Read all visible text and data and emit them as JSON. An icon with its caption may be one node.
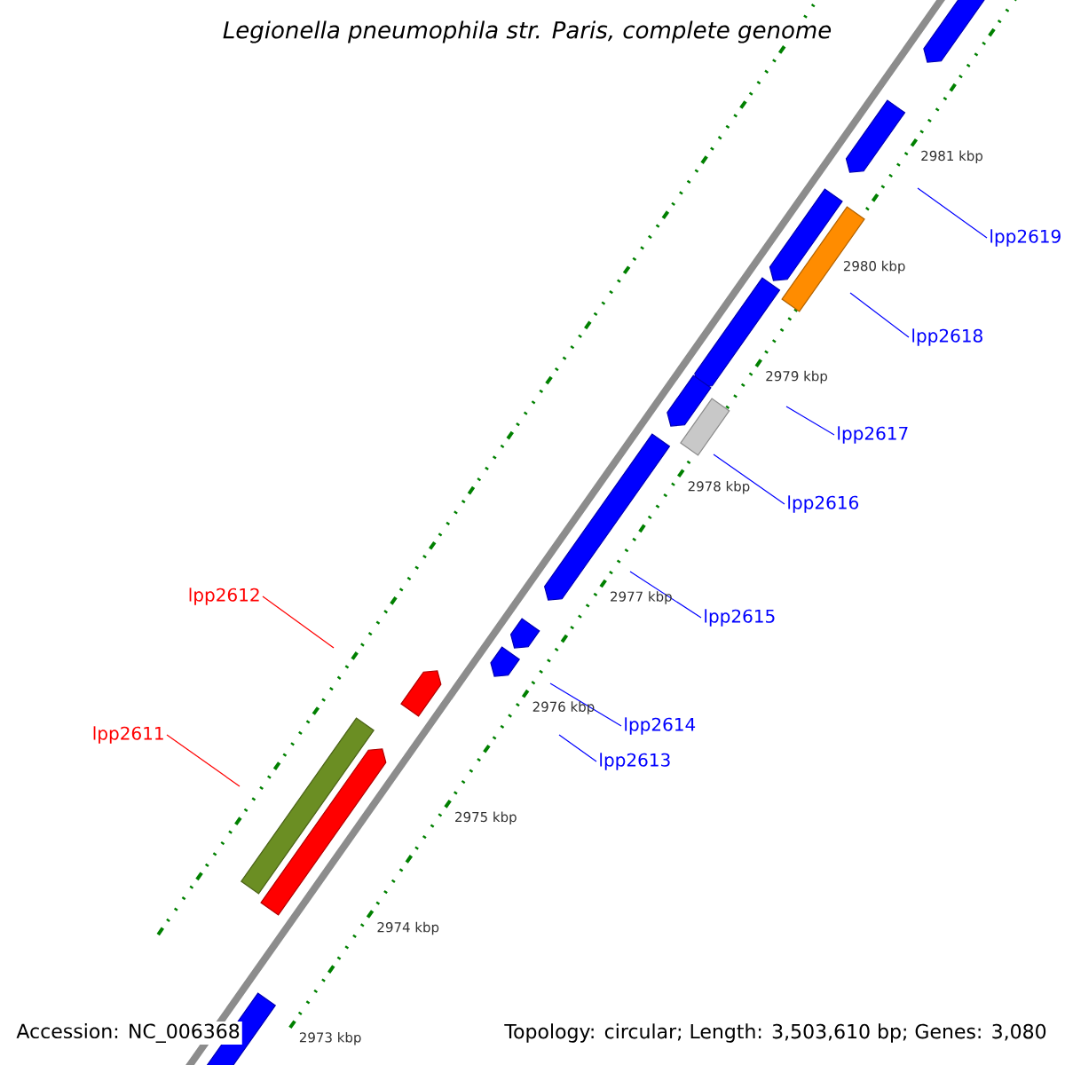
{
  "diagram": {
    "title": "*Legionella pneumophila* str. Paris, complete genome",
    "nodes": [
      {
        "text": [
          "lpp2619"
        ]
      },
      {
        "text": [
          "lpp2618"
        ]
      },
      {
        "text": [
          "lpp2617"
        ]
      },
      {
        "text": [
          "lpp2616"
        ]
      },
      {
        "text": [
          "lpp2615"
        ]
      },
      {
        "text": [
          "lpp2614"
        ]
      },
      {
        "text": [
          "lpp2613"
        ]
      },
      {
        "text": [
          "lpp2612"
        ]
      },
      {
        "text": [
          "lpp2611"
        ]
      }
    ],
    "edges": [
      {
        "from": 0,
        "to": null,
        "arrow": "none"
      },
      {
        "from": 1,
        "to": null,
        "arrow": "none"
      },
      {
        "from": 2,
        "to": null,
        "arrow": "none"
      },
      {
        "from": 3,
        "to": null,
        "arrow": "none"
      },
      {
        "from": 4,
        "to": null,
        "arrow": "none"
      },
      {
        "from": 5,
        "to": null,
        "arrow": "none"
      },
      {
        "from": 6,
        "to": null,
        "arrow": "none"
      },
      {
        "from": 7,
        "to": null,
        "arrow": "none",
        "color": "#ff0000"
      },
      {
        "from": 8,
        "to": null,
        "arrow": "none",
        "color": "#ff0000"
      }
    ],
    "labels": [
      "2981 kbp",
      "2980 kbp",
      "2979 kbp",
      "2978 kbp",
      "2977 kbp",
      "2976 kbp",
      "2975 kbp",
      "2974 kbp",
      "2973 kbp",
      "Accession: NC_006368",
      "Topology: circular; Length: 3,503,610 bp; Genes: 3,080"
    ]
  }
}
